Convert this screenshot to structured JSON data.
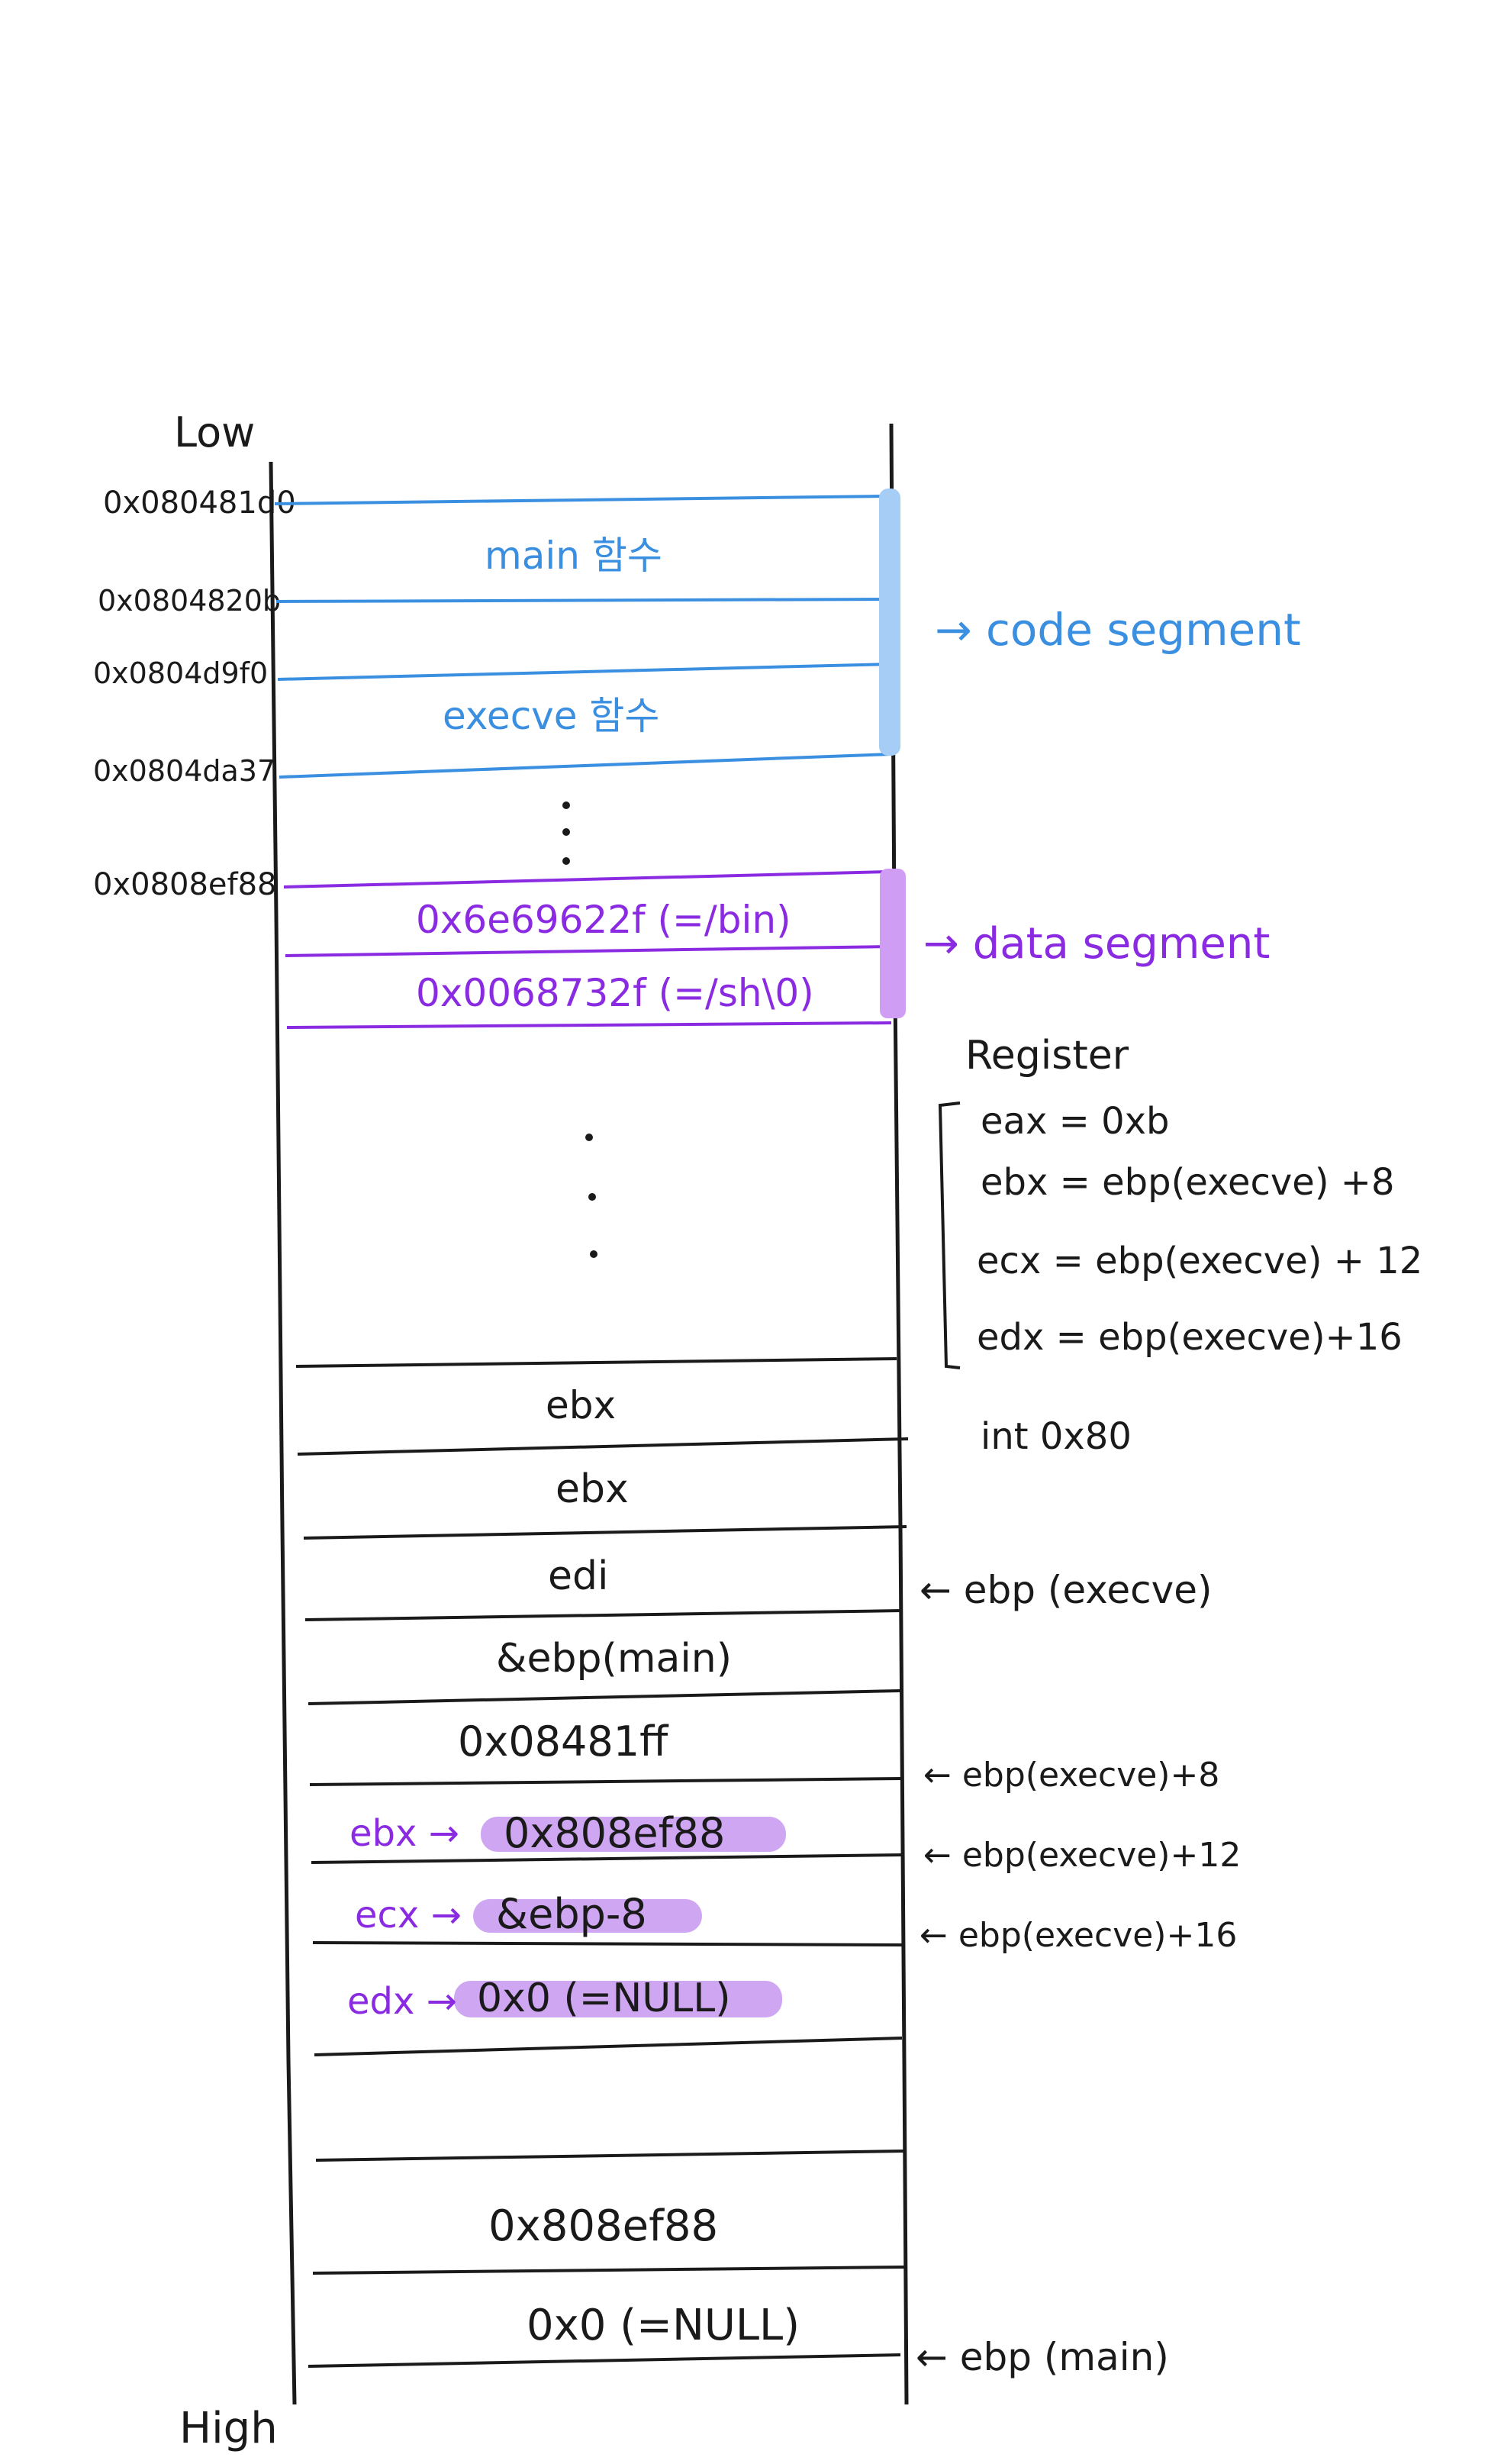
{
  "colors": {
    "ink": "#1a1a1a",
    "code": "#3a8fe0",
    "code_bar": "#a6cdf5",
    "data": "#8a2be2",
    "data_bar": "#cf9df3",
    "highlight": "#cfa6f2"
  },
  "labels": {
    "low": "Low",
    "high": "High"
  },
  "addresses": [
    "0x080481d0",
    "0x0804820b",
    "0x0804d9f0",
    "0x0804da37",
    "0x0808ef88"
  ],
  "code_segment": {
    "rows": [
      "main 함수",
      "execve 함수"
    ],
    "label": "→ code segment"
  },
  "data_segment": {
    "rows": [
      "0x6e69622f (=/bin)",
      "0x0068732f (=/sh\\0)"
    ],
    "label": "→ data segment"
  },
  "register": {
    "title": "Register",
    "lines": [
      "eax = 0xb",
      "ebx = ebp(execve) +8",
      "ecx = ebp(execve) + 12",
      "edx = ebp(execve)+16"
    ],
    "int_line": "int 0x80"
  },
  "stack": {
    "plain_rows": [
      "ebx",
      "ebx",
      "edi",
      "&ebp(main)",
      "0x08481ff"
    ],
    "marked_rows": [
      {
        "pointer": "ebx →",
        "value": "0x808ef88"
      },
      {
        "pointer": "ecx →",
        "value": "&ebp-8"
      },
      {
        "pointer": "edx →",
        "value": "0x0 (=NULL)"
      }
    ],
    "bottom_rows": [
      "0x808ef88",
      "0x0 (=NULL)"
    ]
  },
  "side_notes": [
    "← ebp (execve)",
    "← ebp(execve)+8",
    "← ebp(execve)+12",
    "← ebp(execve)+16",
    "← ebp (main)"
  ]
}
